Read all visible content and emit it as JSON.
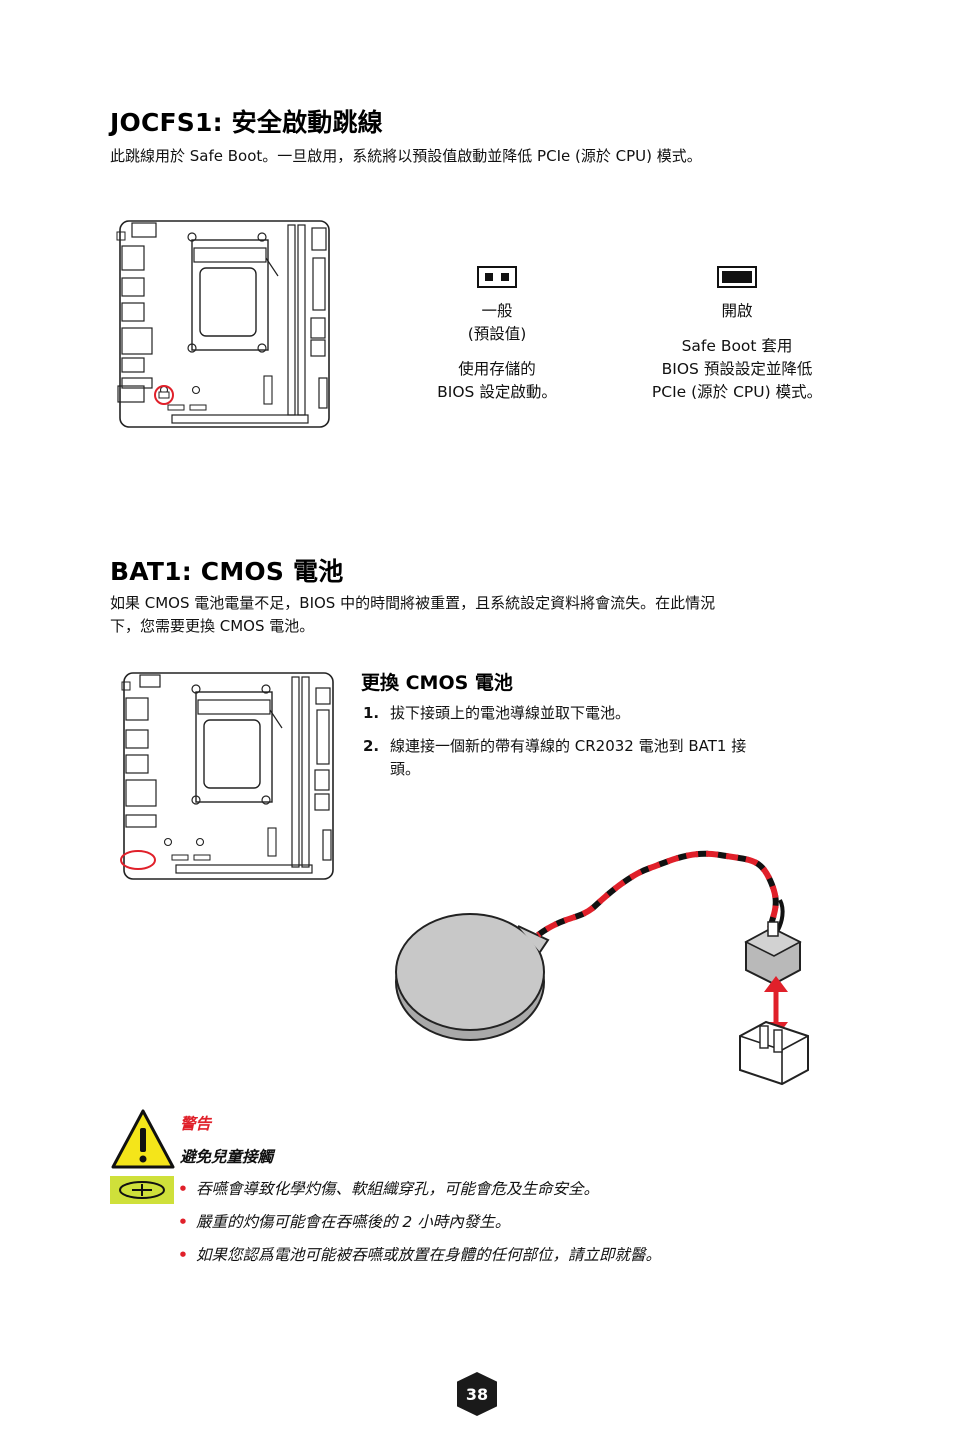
{
  "jocfs1": {
    "title": "JOCFS1: 安全啟動跳線",
    "description": "此跳線用於 Safe Boot。一旦啟用，系統將以預設值啟動並降低 PCIe (源於 CPU) 模式。",
    "normal": {
      "label": "一般",
      "sub_label": "(預設值)",
      "desc_line1": "使用存儲的",
      "desc_line2": "BIOS 設定啟動。"
    },
    "enabled": {
      "label": "開啟",
      "desc_line1": "Safe Boot 套用",
      "desc_line2": "BIOS 預設設定並降低",
      "desc_line3": "PCIe (源於 CPU) 模式。"
    }
  },
  "bat1": {
    "title": "BAT1: CMOS 電池",
    "description_line1": "如果 CMOS 電池電量不足，BIOS 中的時間將被重置，且系統設定資料將會流失。在此情況",
    "description_line2": "下，您需要更換 CMOS 電池。",
    "replace_title": "更換 CMOS 電池",
    "steps": [
      {
        "num": "1.",
        "text": "拔下接頭上的電池導線並取下電池。"
      },
      {
        "num": "2.",
        "text_line1": "線連接一個新的帶有導線的 CR2032 電池到 BAT1 接",
        "text_line2": "頭。"
      }
    ]
  },
  "warning": {
    "title": "警告",
    "subtitle": "避免兒童接觸",
    "items": [
      "吞嚥會導致化學灼傷、軟組織穿孔，可能會危及生命安全。",
      "嚴重的灼傷可能會在吞嚥後的 2 小時內發生。",
      "如果您認爲電池可能被吞嚥或放置在身體的任何部位，請立即就醫。"
    ],
    "bullet": "•"
  },
  "page_number": "38",
  "colors": {
    "accent_red": "#e0202a",
    "warning_yellow": "#f4e51a",
    "battery_green": "#cfe03a"
  }
}
